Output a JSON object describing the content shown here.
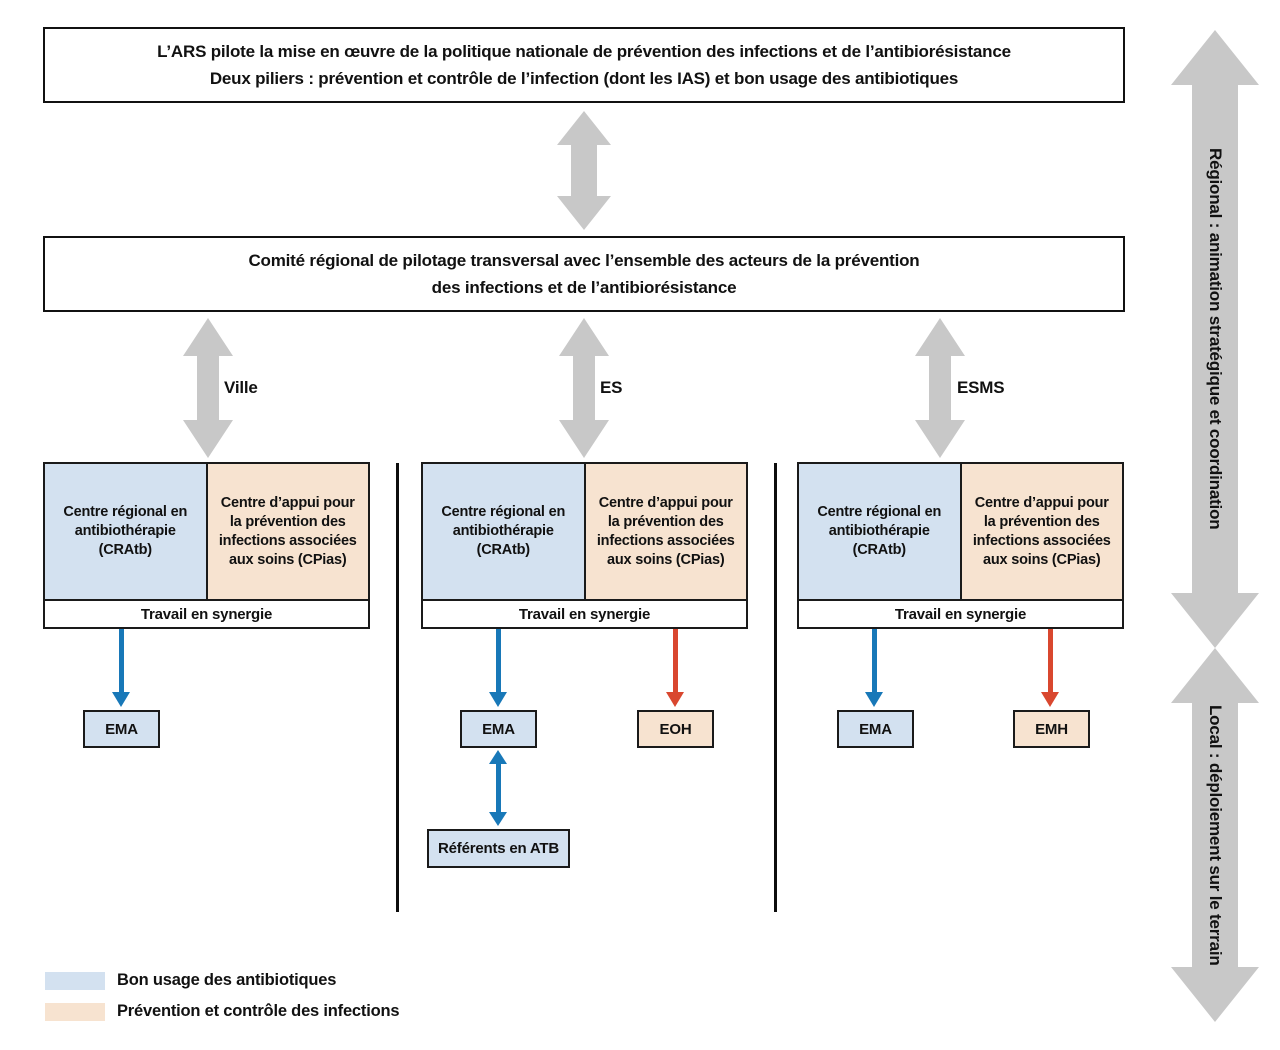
{
  "colors": {
    "blue_fill": "#d3e1f0",
    "tan_fill": "#f7e3d0",
    "gray_arrow": "#c8c8c8",
    "blue_arrow": "#1878b8",
    "red_arrow": "#d9472f"
  },
  "top_box": {
    "line1": "L’ARS pilote la mise en œuvre de la politique nationale de prévention des infections et de l’antibiorésistance",
    "line2": "Deux piliers : prévention et contrôle de l’infection (dont les IAS) et bon usage des antibiotiques"
  },
  "committee_box": {
    "line1": "Comité régional de pilotage transversal avec l’ensemble des acteurs de la prévention",
    "line2": "des infections et de l’antibiorésistance"
  },
  "sectors": [
    {
      "label": "Ville"
    },
    {
      "label": "ES"
    },
    {
      "label": "ESMS"
    }
  ],
  "columns": [
    {
      "cratb": "Centre régional en antibiothérapie (CRAtb)",
      "cpias": "Centre d’appui pour la prévention des infections associées aux soins (CPias)",
      "synergy": "Travail en synergie",
      "units": [
        {
          "label": "EMA"
        }
      ]
    },
    {
      "cratb": "Centre régional en antibiothérapie (CRAtb)",
      "cpias": "Centre d’appui pour la prévention des infections associées aux soins (CPias)",
      "synergy": "Travail en synergie",
      "units": [
        {
          "label": "EMA"
        },
        {
          "label": "EOH"
        }
      ],
      "extra_unit": "Référents en ATB"
    },
    {
      "cratb": "Centre régional en antibiothérapie (CRAtb)",
      "cpias": "Centre d’appui pour la prévention des infections associées aux soins (CPias)",
      "synergy": "Travail en synergie",
      "units": [
        {
          "label": "EMA"
        },
        {
          "label": "EMH"
        }
      ]
    }
  ],
  "side_labels": [
    {
      "label": "Régional : animation stratégique et coordination"
    },
    {
      "label": "Local : déploiement sur le terrain"
    }
  ],
  "legend": [
    {
      "label": "Bon usage des antibiotiques"
    },
    {
      "label": "Prévention et contrôle des infections"
    }
  ]
}
